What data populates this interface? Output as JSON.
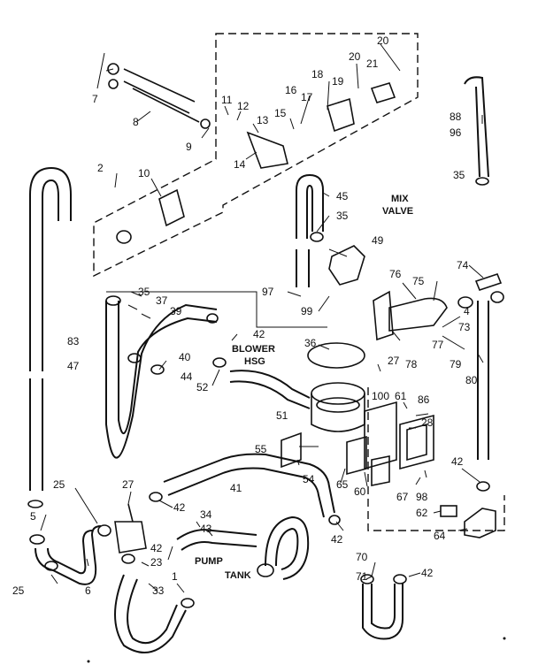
{
  "labels": [
    {
      "text": "7"
    },
    {
      "text": "8"
    },
    {
      "text": "9"
    },
    {
      "text": "2"
    },
    {
      "text": "10"
    },
    {
      "text": "11"
    },
    {
      "text": "12"
    },
    {
      "text": "13"
    },
    {
      "text": "14"
    },
    {
      "text": "15"
    },
    {
      "text": "16"
    },
    {
      "text": "17"
    },
    {
      "text": "18"
    },
    {
      "text": "19"
    },
    {
      "text": "20"
    },
    {
      "text": "20"
    },
    {
      "text": "21"
    },
    {
      "text": "88"
    },
    {
      "text": "96"
    },
    {
      "text": "35"
    },
    {
      "text": "45"
    },
    {
      "text": "35"
    },
    {
      "text": "49"
    },
    {
      "text": "97"
    },
    {
      "text": "99"
    },
    {
      "text": "74"
    },
    {
      "text": "76"
    },
    {
      "text": "75"
    },
    {
      "text": "4"
    },
    {
      "text": "73"
    },
    {
      "text": "77"
    },
    {
      "text": "78"
    },
    {
      "text": "79"
    },
    {
      "text": "80"
    },
    {
      "text": "35"
    },
    {
      "text": "37"
    },
    {
      "text": "39"
    },
    {
      "text": "83"
    },
    {
      "text": "47"
    },
    {
      "text": "40"
    },
    {
      "text": "44"
    },
    {
      "text": "42"
    },
    {
      "text": "52"
    },
    {
      "text": "36"
    },
    {
      "text": "27"
    },
    {
      "text": "100"
    },
    {
      "text": "61"
    },
    {
      "text": "86"
    },
    {
      "text": "28"
    },
    {
      "text": "51"
    },
    {
      "text": "55"
    },
    {
      "text": "54"
    },
    {
      "text": "65"
    },
    {
      "text": "60"
    },
    {
      "text": "67"
    },
    {
      "text": "98"
    },
    {
      "text": "42"
    },
    {
      "text": "62"
    },
    {
      "text": "64"
    },
    {
      "text": "25"
    },
    {
      "text": "27"
    },
    {
      "text": "41"
    },
    {
      "text": "42"
    },
    {
      "text": "5"
    },
    {
      "text": "34"
    },
    {
      "text": "43"
    },
    {
      "text": "42"
    },
    {
      "text": "23"
    },
    {
      "text": "1"
    },
    {
      "text": "33"
    },
    {
      "text": "25"
    },
    {
      "text": "6"
    },
    {
      "text": "42"
    },
    {
      "text": "70"
    },
    {
      "text": "71"
    },
    {
      "text": "42"
    }
  ],
  "captions": {
    "mix_valve_line1": "MIX",
    "mix_valve_line2": "VALVE",
    "blower_line1": "BLOWER",
    "blower_line2": "HSG",
    "pump_line1": "PUMP",
    "pump_line2": "TANK"
  }
}
